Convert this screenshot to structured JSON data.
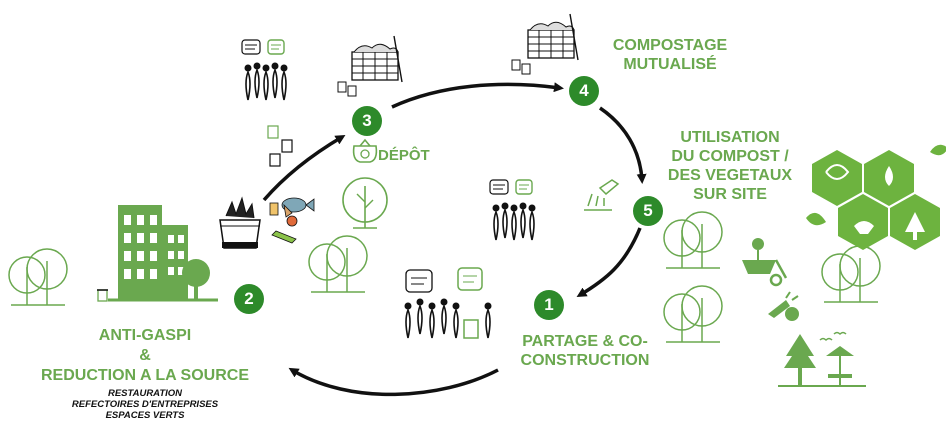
{
  "steps": [
    {
      "number": "1",
      "label_lines": [
        "PARTAGE & CO-",
        "CONSTRUCTION"
      ]
    },
    {
      "number": "2",
      "label_lines": [
        "ANTI-GASPI",
        "&",
        "REDUCTION A LA SOURCE"
      ],
      "sublabels": [
        "RESTAURATION",
        "REFECTOIRES D'ENTREPRISES",
        "ESPACES VERTS"
      ]
    },
    {
      "number": "3",
      "label_lines": [
        "DÉPÔT"
      ]
    },
    {
      "number": "4",
      "label_lines": [
        "COMPOSTAGE",
        "MUTUALISÉ"
      ]
    },
    {
      "number": "5",
      "label_lines": [
        "UTILISATION",
        "DU COMPOST /",
        "DES VEGETAUX",
        "SUR SITE"
      ]
    }
  ],
  "colors": {
    "accent_green": "#6aa84f",
    "badge_green": "#2d8a2a",
    "hexagon_green": "#6db33f",
    "arrow": "#111111"
  },
  "icons": [
    "people-icon",
    "compost-bin-icon",
    "recycle-bag-icon",
    "tree-icon",
    "cooking-pot-icon",
    "food-waste-icon",
    "building-icon",
    "watering-can-icon",
    "wheelbarrow-icon",
    "vegetables-icon",
    "park-icon",
    "nature-hexagons-icon",
    "trash-bin-icon"
  ]
}
